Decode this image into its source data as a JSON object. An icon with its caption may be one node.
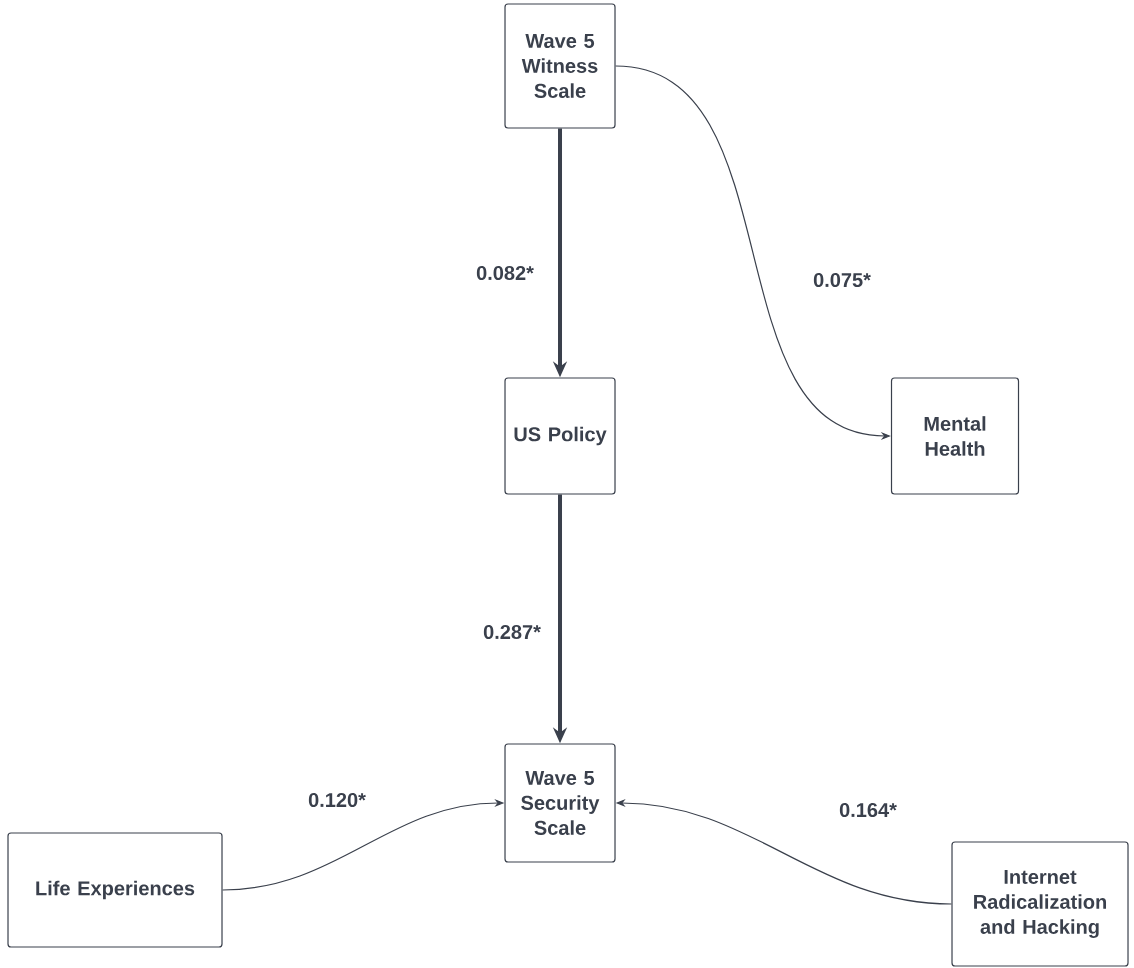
{
  "diagram": {
    "nodes": [
      {
        "text": [
          "Wave 5 Witness Scale"
        ]
      },
      {
        "text": [
          "Mental Health"
        ]
      },
      {
        "text": [
          "US Policy"
        ]
      },
      {
        "text": [
          "Wave 5 Security Scale"
        ]
      },
      {
        "text": [
          "Life Experiences"
        ]
      },
      {
        "text": [
          "Internet Radicalization and Hacking"
        ]
      }
    ],
    "edges": [
      {
        "from": 0,
        "to": 2,
        "arrow": "to",
        "label": "0.082*",
        "style": "thick"
      },
      {
        "from": 0,
        "to": 1,
        "arrow": "to",
        "label": "0.075*"
      },
      {
        "from": 2,
        "to": 3,
        "arrow": "to",
        "label": "0.287*",
        "style": "thick"
      },
      {
        "from": 4,
        "to": 3,
        "arrow": "to",
        "label": "0.120*"
      },
      {
        "from": 5,
        "to": 3,
        "arrow": "to",
        "label": "0.164*"
      }
    ]
  }
}
